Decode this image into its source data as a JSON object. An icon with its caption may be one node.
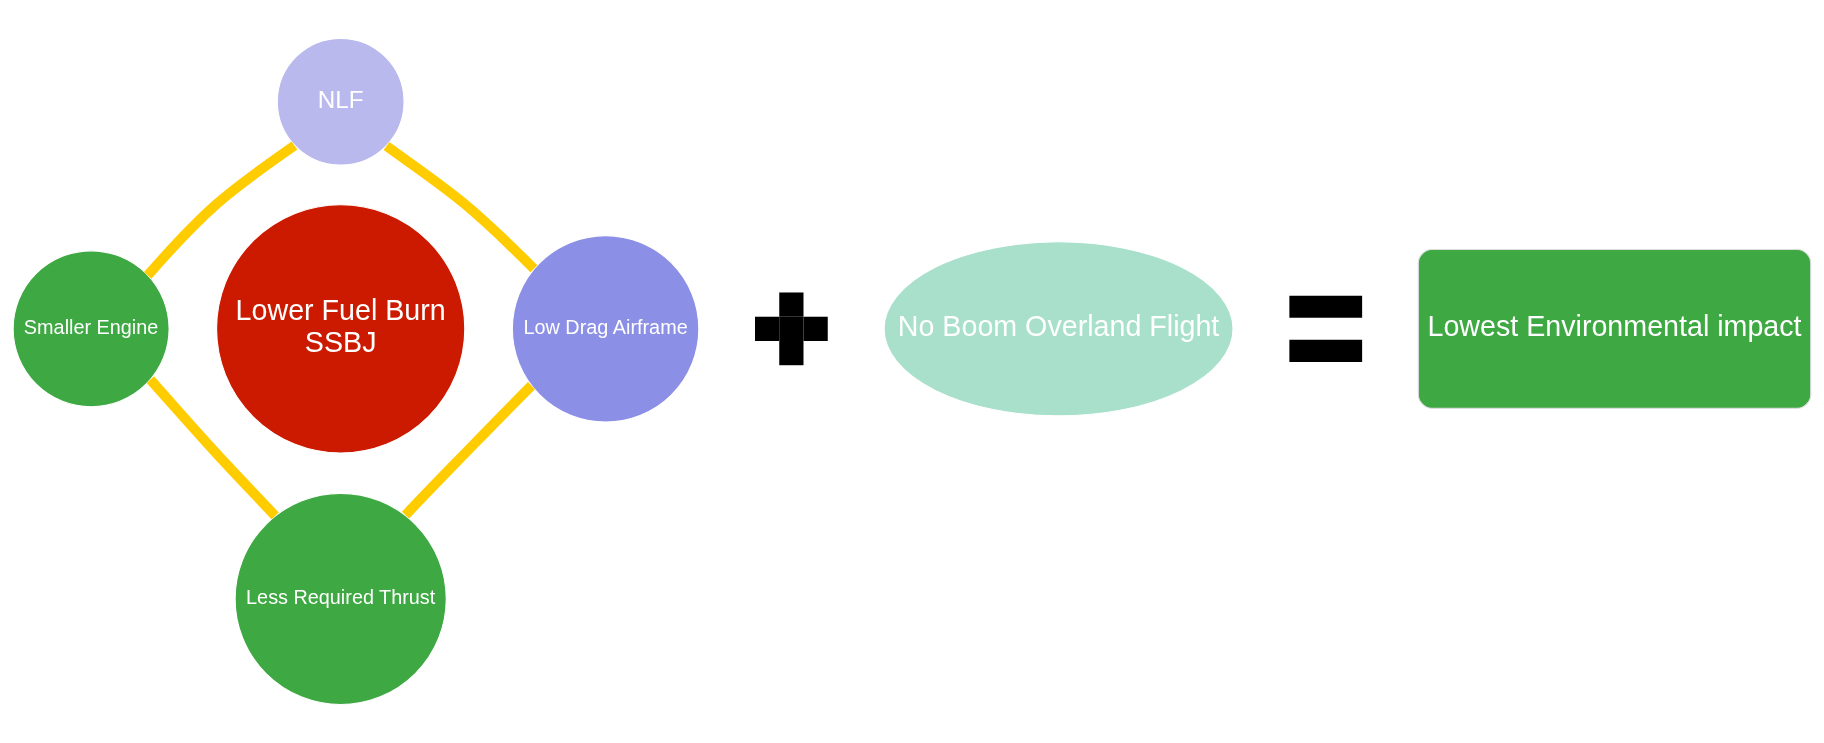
{
  "diagram": {
    "nodes": [
      {
        "text": [
          "NLF"
        ]
      },
      {
        "text": [
          "Smaller Engine"
        ]
      },
      {
        "text": [
          "Lower Fuel Burn",
          "SSBJ"
        ]
      },
      {
        "text": [
          "Low Drag Airframe"
        ]
      },
      {
        "text": [
          "Less Required Thrust"
        ]
      },
      {
        "text": [],
        "shape": "plus"
      },
      {
        "text": [
          "No Boom Overland Flight"
        ]
      },
      {
        "text": [],
        "shape": "equals"
      },
      {
        "text": [
          "Lowest Environmental impact"
        ]
      }
    ],
    "edges": [
      {
        "from": 0,
        "to": 3,
        "arrow": "none"
      },
      {
        "from": 3,
        "to": 4,
        "arrow": "none"
      },
      {
        "from": 4,
        "to": 1,
        "arrow": "none"
      },
      {
        "from": 1,
        "to": 0,
        "arrow": "none"
      }
    ]
  }
}
